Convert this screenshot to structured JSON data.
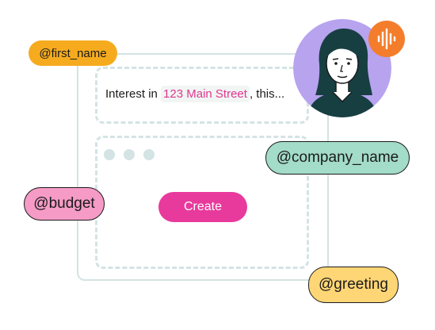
{
  "message": {
    "prefix": "Interest in ",
    "highlight": "123 Main Street",
    "suffix": ", this..."
  },
  "create_button": {
    "label": "Create"
  },
  "tags": {
    "first_name": "@first_name",
    "company_name": "@company_name",
    "budget": "@budget",
    "greeting": "@greeting"
  },
  "colors": {
    "accent_pink": "#e83a9c",
    "highlight_text": "#e2378f",
    "tag_orange": "#f6ab1f",
    "tag_teal": "#a3dcc8",
    "tag_pink": "#f59bc6",
    "tag_yellow": "#ffd676",
    "avatar_bg": "#b7a3ee",
    "audio_badge": "#f47d2c",
    "outline": "#d4e3e3"
  },
  "icons": {
    "avatar": "person-avatar",
    "audio": "sound-wave-icon",
    "dots": "ellipsis-dots-icon"
  }
}
